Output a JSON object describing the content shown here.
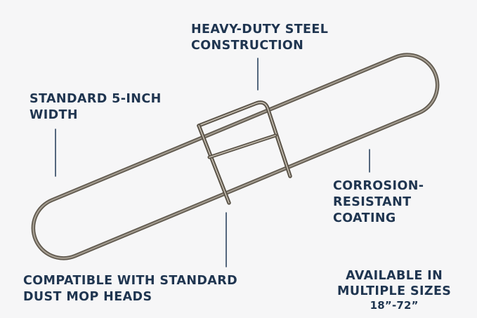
{
  "callouts": {
    "steel": [
      "HEAVY-DUTY STEEL",
      "CONSTRUCTION"
    ],
    "width": [
      "STANDARD 5-INCH",
      "WIDTH"
    ],
    "coating": [
      "CORROSION-",
      "RESISTANT",
      "COATING"
    ],
    "compatible": [
      "COMPATIBLE WITH STANDARD",
      "DUST MOP HEADS"
    ],
    "sizes": [
      "AVAILABLE IN",
      "MULTIPLE SIZES",
      "18”-72”"
    ]
  },
  "colors": {
    "background": "#f6f6f7",
    "text": "#1f3550",
    "leader_line": "#2c4460",
    "frame_dark": "#5a5348",
    "frame_light": "#b9b1a4"
  },
  "icons": {
    "product": "dust-mop-frame-illustration"
  }
}
